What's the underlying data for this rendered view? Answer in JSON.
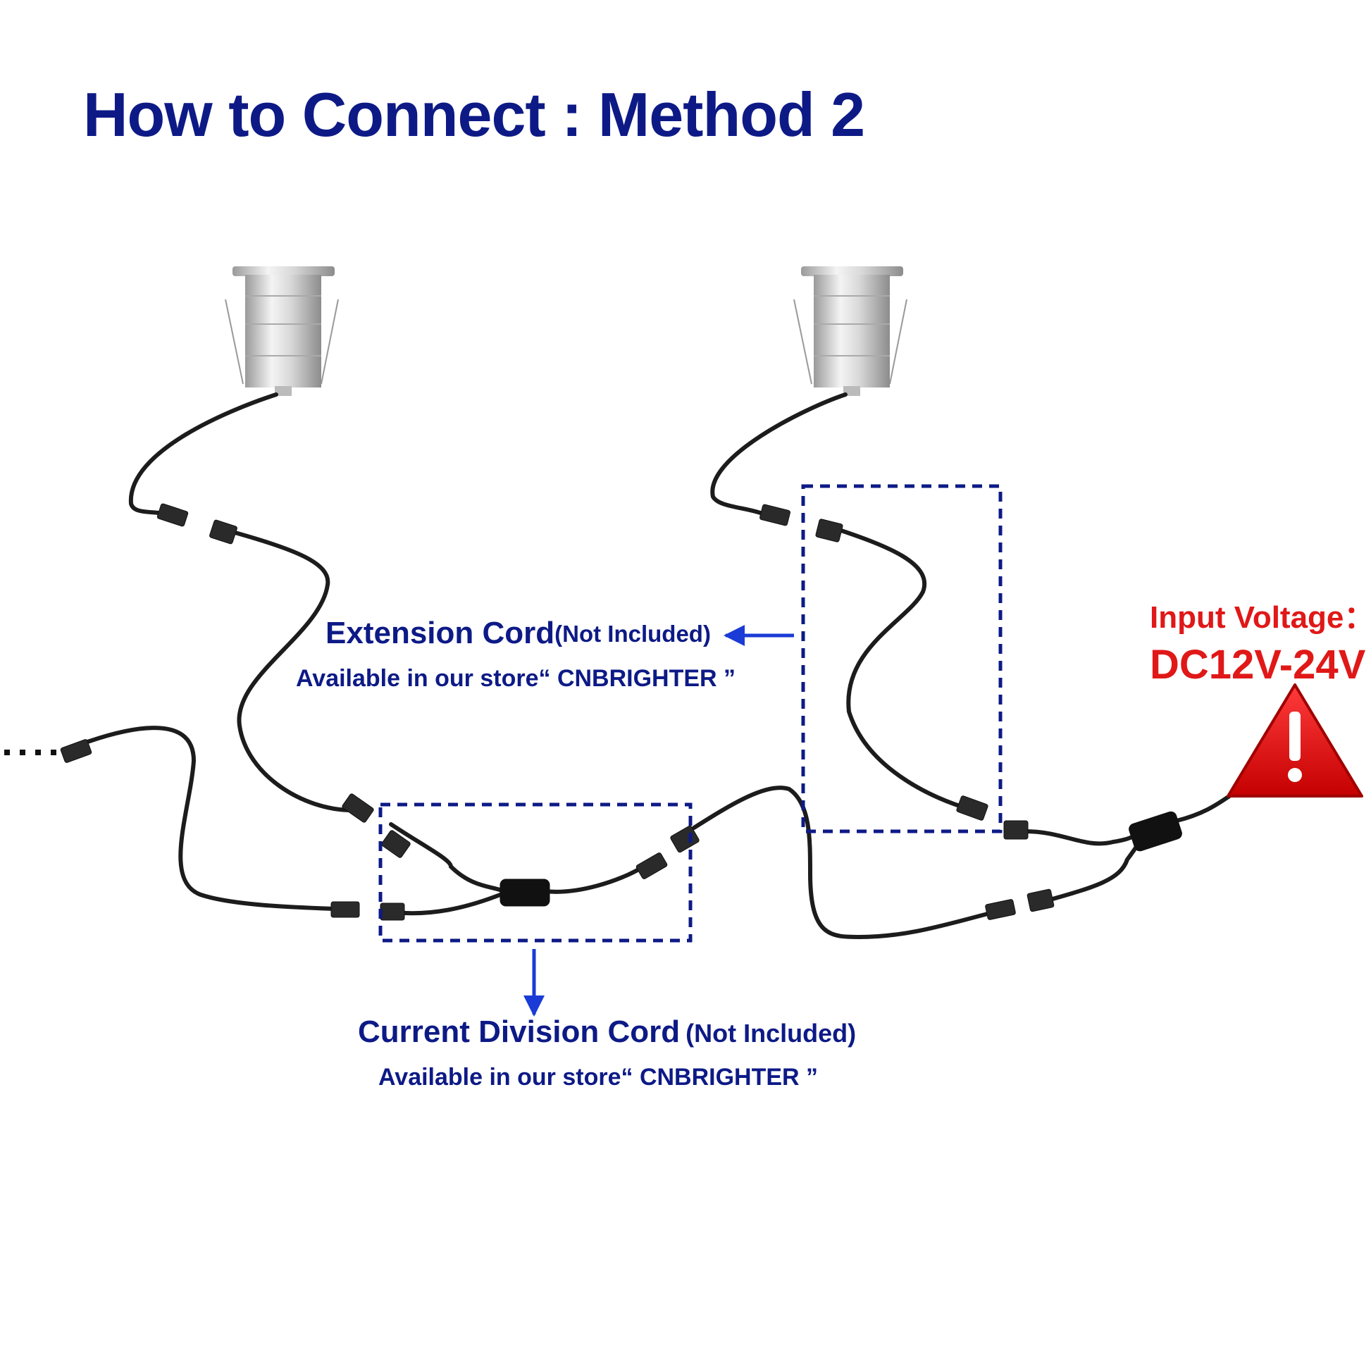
{
  "title": "How to Connect : Method 2",
  "extension_cord": {
    "label": "Extension Cord",
    "note": "(Not Included)",
    "availability": "Available in our store“ CNBRIGHTER ”"
  },
  "current_division_cord": {
    "label": "Current Division Cord",
    "note": "(Not Included)",
    "availability": "Available in our store“ CNBRIGHTER ”"
  },
  "input_voltage": {
    "label": "Input Voltage：",
    "value": "DC12V-24V"
  },
  "colors": {
    "heading": "#0d1a86",
    "arrow": "#1a3bd6",
    "warning": "#e01818",
    "cable": "#1c1c1c"
  }
}
